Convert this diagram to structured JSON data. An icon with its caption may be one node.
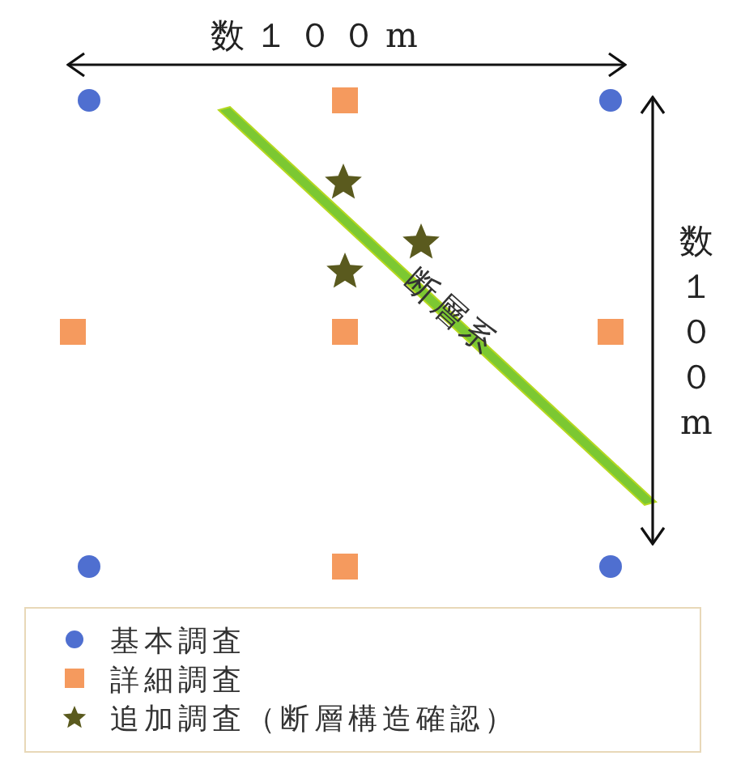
{
  "diagram": {
    "labels": [
      "数１００m",
      "数１００m",
      "断層系"
    ],
    "legend": [
      {
        "text": "基本調査",
        "color": "#4f6fd0"
      },
      {
        "text": "詳細調査",
        "color": "#f59a5e"
      },
      {
        "text": "追加調査（断層構造確認）"
      }
    ]
  }
}
